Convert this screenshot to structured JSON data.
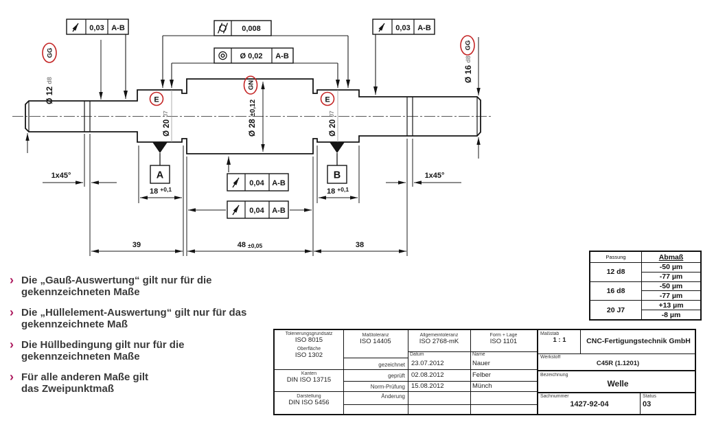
{
  "drawing": {
    "frames": {
      "runout_left": {
        "value": "0,03",
        "datum": "A-B"
      },
      "cylindricity": {
        "value": "0,008"
      },
      "concentricity": {
        "value": "Ø 0,02",
        "datum": "A-B"
      },
      "runout_right": {
        "value": "0,03",
        "datum": "A-B"
      },
      "runout_upper": {
        "value": "0,04",
        "datum": "A-B"
      },
      "runout_lower": {
        "value": "0,04",
        "datum": "A-B"
      }
    },
    "stamps": {
      "gauss_left": "GG",
      "hull_center": "GN",
      "gauss_right": "GG",
      "envelope_left": "E",
      "envelope_right": "E"
    },
    "datums": {
      "a": "A",
      "b": "B"
    },
    "dims": {
      "dia12": {
        "main": "Ø 12",
        "suffix": "d8"
      },
      "dia20l": {
        "main": "Ø 20",
        "suffix": "J7"
      },
      "dia28": {
        "main": "Ø 28",
        "tol": "±0,12"
      },
      "dia20r": {
        "main": "Ø 20",
        "suffix": "J7"
      },
      "dia16": {
        "main": "Ø 16",
        "suffix": "d8"
      },
      "len18l": {
        "main": "18",
        "tol": "+0,1"
      },
      "len18r": {
        "main": "18",
        "tol": "+0,1"
      },
      "len39": "39",
      "len48": {
        "main": "48",
        "tol": "±0,05"
      },
      "len38": "38",
      "chamfer_left": "1x45°",
      "chamfer_right": "1x45°"
    }
  },
  "notes": {
    "bullet": "›",
    "items": [
      "Die „Gauß-Auswertung“ gilt nur für die gekennzeichneten Maße",
      "Die „Hüllelement-Auswertung“ gilt nur für das gekennzeichnete Maß",
      "Die Hüllbedingung gilt nur für die\ngekennzeichneten Maße",
      "Für alle anderen Maße gilt\ndas Zweipunktmaß"
    ]
  },
  "fit_table": {
    "col_fit": "Passung",
    "col_dev": "Abmaß",
    "rows": [
      {
        "fit": "12 d8",
        "upper": "-50 µm",
        "lower": "-77 µm"
      },
      {
        "fit": "16 d8",
        "upper": "-50 µm",
        "lower": "-77 µm"
      },
      {
        "fit": "20 J7",
        "upper": "+13 µm",
        "lower": "-8 µm"
      }
    ]
  },
  "title_block": {
    "norm1_label": "Tolerierungsgrundsatz",
    "norm1_value": "ISO 8015",
    "norm2_label": "Oberfläche",
    "norm2_value": "ISO 1302",
    "norm3_label": "Kanten",
    "norm3_value": "DIN ISO 13715",
    "norm4_label": "Darstellung",
    "norm4_value": "DIN ISO 5456",
    "mass_label": "Maßtoleranz",
    "mass_value": "ISO 14405",
    "allg_label": "Allgemeintoleranz",
    "allg_value": "ISO 2768-mK",
    "fl_label": "Form + Lage",
    "fl_value": "ISO 1101",
    "datum_header": "Datum",
    "name_header": "Name",
    "sig_rows": [
      {
        "role": "gezeichnet",
        "date": "23.07.2012",
        "name": "Nauer"
      },
      {
        "role": "geprüft",
        "date": "02.08.2012",
        "name": "Felber"
      },
      {
        "role": "Norm-Prüfung",
        "date": "15.08.2012",
        "name": "Münch"
      },
      {
        "role": "Änderung",
        "date": "",
        "name": ""
      }
    ],
    "scale_label": "Maßstab",
    "scale_value": "1 : 1",
    "company": "CNC-Fertigungstechnik GmbH",
    "material_label": "Werkstoff",
    "material_value": "C45R (1.1201)",
    "designation_label": "Bezeichnung",
    "designation_value": "Welle",
    "partno_label": "Sachnummer",
    "partno_value": "1427-92-04",
    "status_label": "Status",
    "status_value": "03"
  }
}
